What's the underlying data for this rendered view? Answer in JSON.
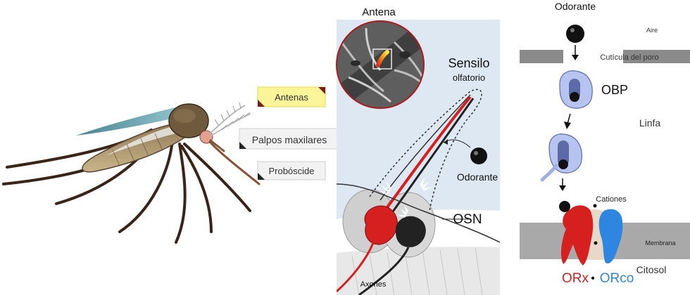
{
  "mosquito_panel": {
    "callouts": {
      "antennae": "Antenas",
      "maxillary_palps": "Palpos maxilares",
      "proboscis": "Probóscide"
    }
  },
  "sensillum_panel": {
    "antenna_title": "Antena",
    "sensillum_label_line1": "Sensilo",
    "sensillum_label_line2": "olfatorio",
    "odorant_label": "Odorante",
    "osn_label": "OSN",
    "axons_label": "Axones"
  },
  "pathway_panel": {
    "odorant_label": "Odorante",
    "air_label": "Aire",
    "pore_cuticle_label": "Cutícula del poro",
    "obp_label": "OBP",
    "lymph_label": "Linfa",
    "cations_label": "Cationes",
    "membrane_label": "Membrana",
    "cytosol_label": "Citosol",
    "orx_label": "ORx",
    "separator_dot": "•",
    "orco_label": "ORco"
  },
  "colors": {
    "callout_yellow": "#fbf59a",
    "callout_yellow_border": "#e5d94a",
    "callout_dark_red": "#7a1a1a",
    "callout_gray": "#f2f2f2",
    "panel_blue": "#dde8f3",
    "red": "#d62020",
    "blue": "#2f86e0",
    "obp_lilac": "#b6c4ef",
    "membrane_gray": "#a9a9a9",
    "receptor_tan": "#e8d8c8"
  },
  "icons": [
    "mosquito-illustration",
    "antenna-magnifier",
    "odorant-molecule",
    "arrow-down-icon"
  ]
}
